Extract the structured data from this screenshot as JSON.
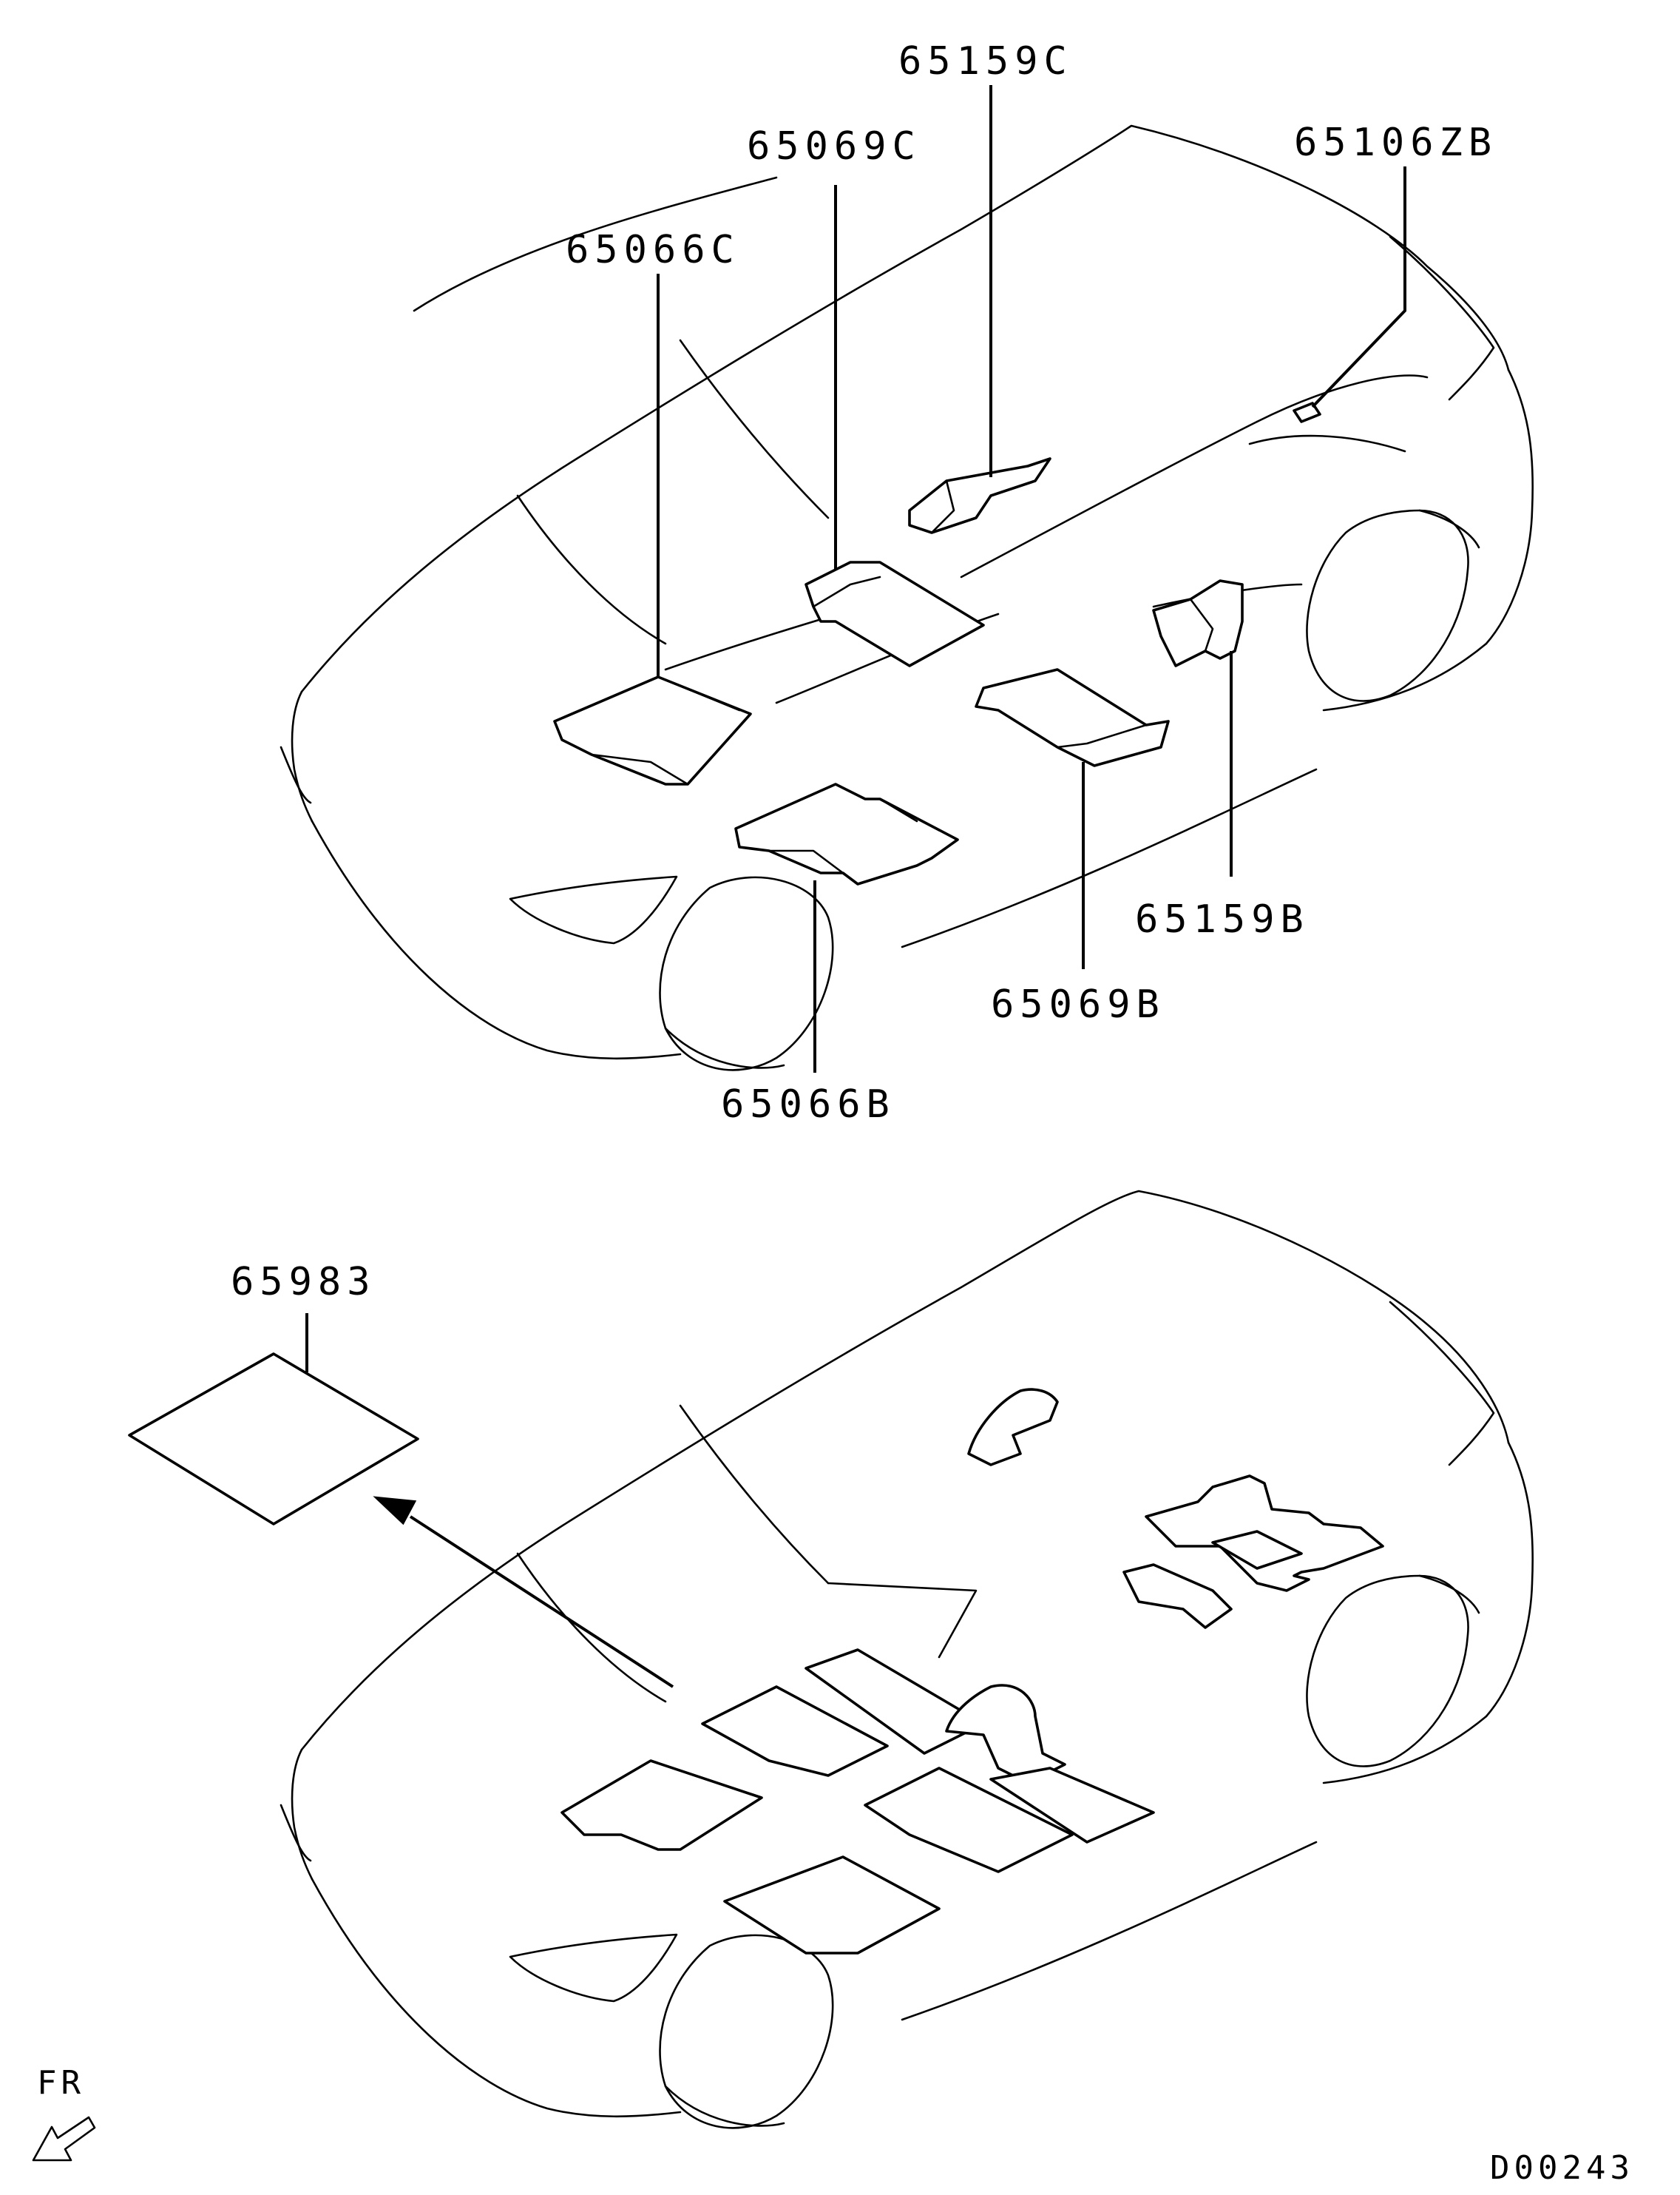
{
  "diagram": {
    "top_view": {
      "callouts": [
        {
          "id": "65159C",
          "text": "65159C"
        },
        {
          "id": "65106ZB",
          "text": "65106ZB"
        },
        {
          "id": "65069C",
          "text": "65069C"
        },
        {
          "id": "65066C",
          "text": "65066C"
        },
        {
          "id": "65159B",
          "text": "65159B"
        },
        {
          "id": "65069B",
          "text": "65069B"
        },
        {
          "id": "65066B",
          "text": "65066B"
        }
      ]
    },
    "bottom_view": {
      "callouts": [
        {
          "id": "65983",
          "text": "65983"
        }
      ]
    },
    "direction_label": "FR",
    "drawing_code": "D00243"
  }
}
